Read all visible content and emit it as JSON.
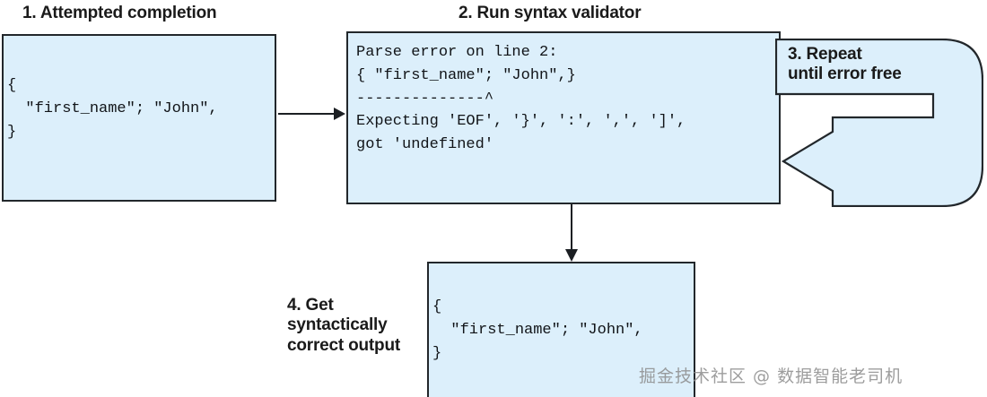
{
  "diagram": {
    "title": "Syntax validation feedback loop",
    "colors": {
      "box_fill": "#dcefFB",
      "box_stroke": "#22272b",
      "text": "#111418",
      "label_text": "#1a1a1a",
      "arrow": "#1b1f23",
      "background": "#ffffff",
      "watermark": "#8d8d8d"
    },
    "steps": [
      {
        "id": "step-1",
        "label": "1. Attempted completion",
        "box_text": "{\n  \"first_name\"; \"John\",\n}"
      },
      {
        "id": "step-2",
        "label": "2. Run syntax validator",
        "box_text": "Parse error on line 2:\n{ \"first_name\"; \"John\",}\n--------------^\nExpecting 'EOF', '}', ':', ',', ']',\ngot 'undefined'"
      },
      {
        "id": "step-3",
        "label": "3. Repeat\nuntil error free"
      },
      {
        "id": "step-4",
        "label": "4. Get\nsyntactically\ncorrect output",
        "box_text": "{\n  \"first_name\"; \"John\",\n}"
      }
    ],
    "connectors": [
      {
        "id": "connector-1-to-2",
        "from": "step-1",
        "to": "step-2",
        "direction": "right"
      },
      {
        "id": "connector-2-to-4",
        "from": "step-2",
        "to": "step-4",
        "direction": "down"
      },
      {
        "id": "connector-loop-back",
        "from": "step-2",
        "to": "step-2",
        "direction": "left"
      }
    ],
    "watermark": "掘金技术社区 @ 数据智能老司机"
  }
}
